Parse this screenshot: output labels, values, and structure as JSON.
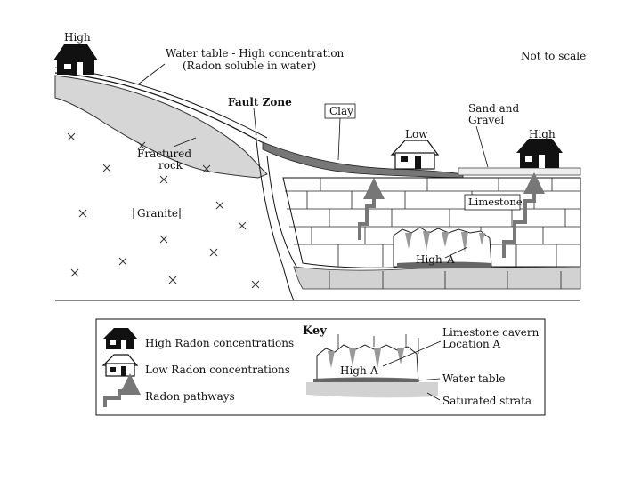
{
  "diagram": {
    "labels": {
      "high_top_left": "High",
      "water_table_line1": "Water table - High concentration",
      "water_table_line2": "(Radon soluble in water)",
      "not_to_scale": "Not to scale",
      "fault_zone": "Fault Zone",
      "clay": "Clay",
      "sand_gravel_line1": "Sand and",
      "sand_gravel_line2": "Gravel",
      "low": "Low",
      "high_right": "High",
      "fractured_rock_line1": "Fractured",
      "fractured_rock_line2": "rock",
      "granite": "Granite",
      "limestone": "Limestone",
      "cavern_high": "High",
      "cavern_a": "A"
    }
  },
  "key": {
    "title": "Key",
    "high_radon": "High Radon concentrations",
    "low_radon": "Low Radon concentrations",
    "radon_pathways": "Radon pathways",
    "cavern_line1": "Limestone cavern",
    "cavern_line2": "Location A",
    "cavern_high": "High",
    "cavern_a": "A",
    "water_table": "Water table",
    "saturated_strata": "Saturated strata"
  }
}
